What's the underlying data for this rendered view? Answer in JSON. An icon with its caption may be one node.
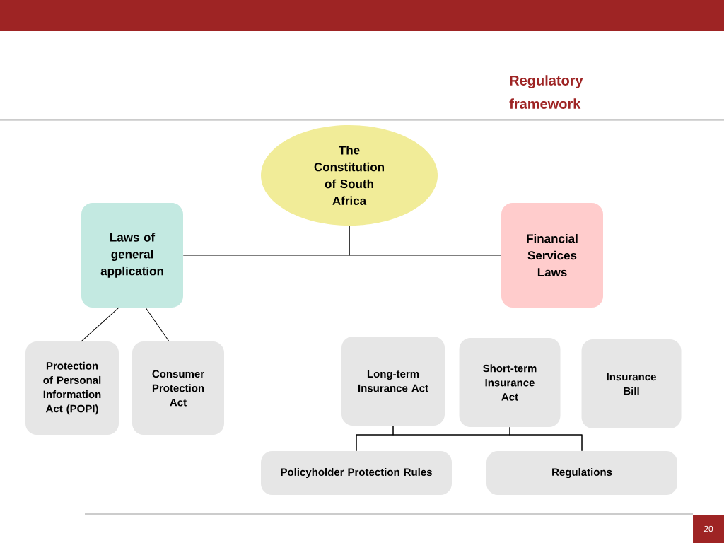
{
  "diagram": {
    "title": "Regulatory framework",
    "nodes": [
      {
        "text": [
          "The Constitution of South Africa"
        ]
      },
      {
        "text": [
          "Laws of general application"
        ]
      },
      {
        "text": [
          "Financial Services Laws"
        ]
      },
      {
        "text": [
          "Protection of Personal Information Act (POPI)"
        ]
      },
      {
        "text": [
          "Consumer Protection Act"
        ]
      },
      {
        "text": [
          "Long-term Insurance Act"
        ]
      },
      {
        "text": [
          "Short-term Insurance Act"
        ]
      },
      {
        "text": [
          "Insurance Bill"
        ]
      },
      {
        "text": [
          "Policyholder Protection Rules"
        ]
      },
      {
        "text": [
          "Regulations"
        ]
      }
    ],
    "edges": [
      {
        "from": 0,
        "to": 1,
        "arrow": "none"
      },
      {
        "from": 0,
        "to": 2,
        "arrow": "none"
      },
      {
        "from": 1,
        "to": 3,
        "arrow": "none"
      },
      {
        "from": 1,
        "to": 4,
        "arrow": "none"
      },
      {
        "from": 5,
        "to": 8,
        "arrow": "none"
      },
      {
        "from": 5,
        "to": 9,
        "arrow": "none"
      },
      {
        "from": 6,
        "to": 8,
        "arrow": "none"
      },
      {
        "from": 6,
        "to": 9,
        "arrow": "none"
      }
    ],
    "labels": [
      "20"
    ]
  }
}
